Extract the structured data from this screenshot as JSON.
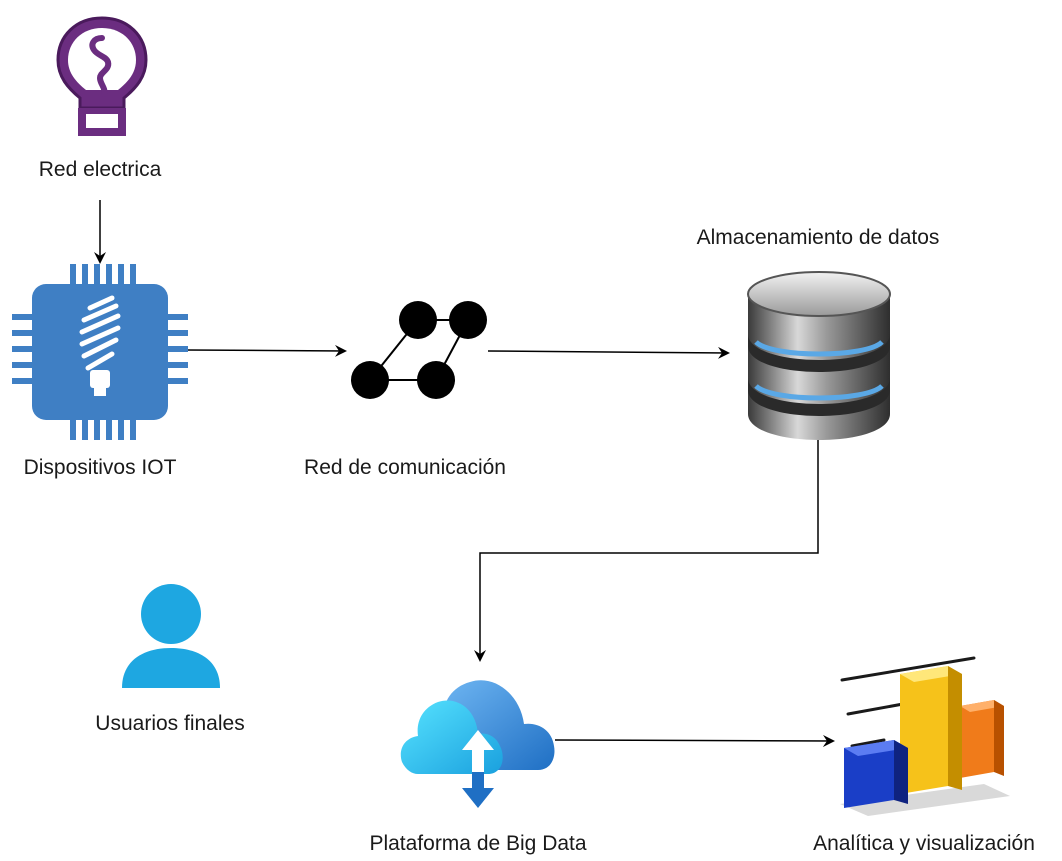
{
  "nodes": {
    "red_electrica": {
      "label": "Red electrica",
      "icon": "lightbulb-icon"
    },
    "dispositivos_iot": {
      "label": "Dispositivos IOT",
      "icon": "iot-chip-icon"
    },
    "red_comunicacion": {
      "label": "Red de comunicación",
      "icon": "network-icon"
    },
    "almacenamiento": {
      "label": "Almacenamiento de datos",
      "icon": "database-icon"
    },
    "plataforma_big_data": {
      "label": "Plataforma de Big Data",
      "icon": "cloud-upload-icon"
    },
    "analitica": {
      "label": "Analítica y visualización",
      "icon": "bar-chart-icon"
    },
    "usuarios_finales": {
      "label": "Usuarios finales",
      "icon": "user-icon"
    }
  },
  "edges": [
    {
      "from": "red_electrica",
      "to": "dispositivos_iot"
    },
    {
      "from": "dispositivos_iot",
      "to": "red_comunicacion"
    },
    {
      "from": "red_comunicacion",
      "to": "almacenamiento"
    },
    {
      "from": "almacenamiento",
      "to": "plataforma_big_data"
    },
    {
      "from": "plataforma_big_data",
      "to": "analitica"
    }
  ],
  "colors": {
    "bulb": "#6b2d80",
    "chip": "#3f7fc4",
    "network": "#000000",
    "cloud": "#2f8fe0",
    "user": "#1ea7e1",
    "arrow": "#000000"
  }
}
